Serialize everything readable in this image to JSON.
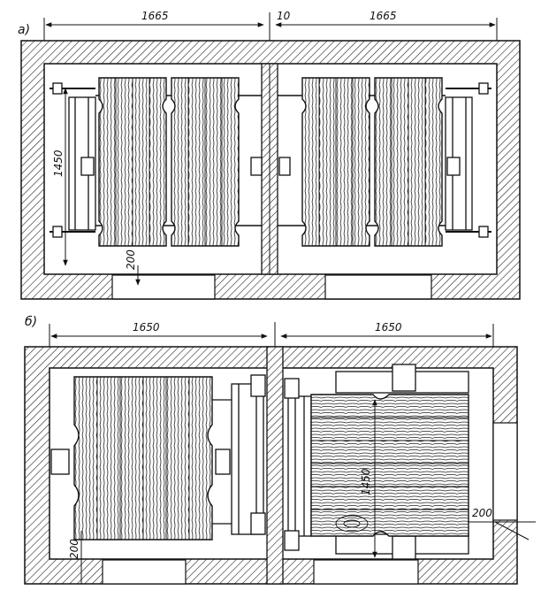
{
  "views": {
    "a": {
      "label": "a)",
      "dim_left": "1665",
      "dim_gap": "10",
      "dim_right": "1665",
      "dim_height": "1450",
      "dim_bottom": "200"
    },
    "b": {
      "label": "б)",
      "dim_left": "1650",
      "dim_right": "1650",
      "dim_height": "1450",
      "dim_bottom_left": "200",
      "dim_bottom_right": "200"
    }
  },
  "colors": {
    "ink": "#111111",
    "paper": "#ffffff"
  }
}
